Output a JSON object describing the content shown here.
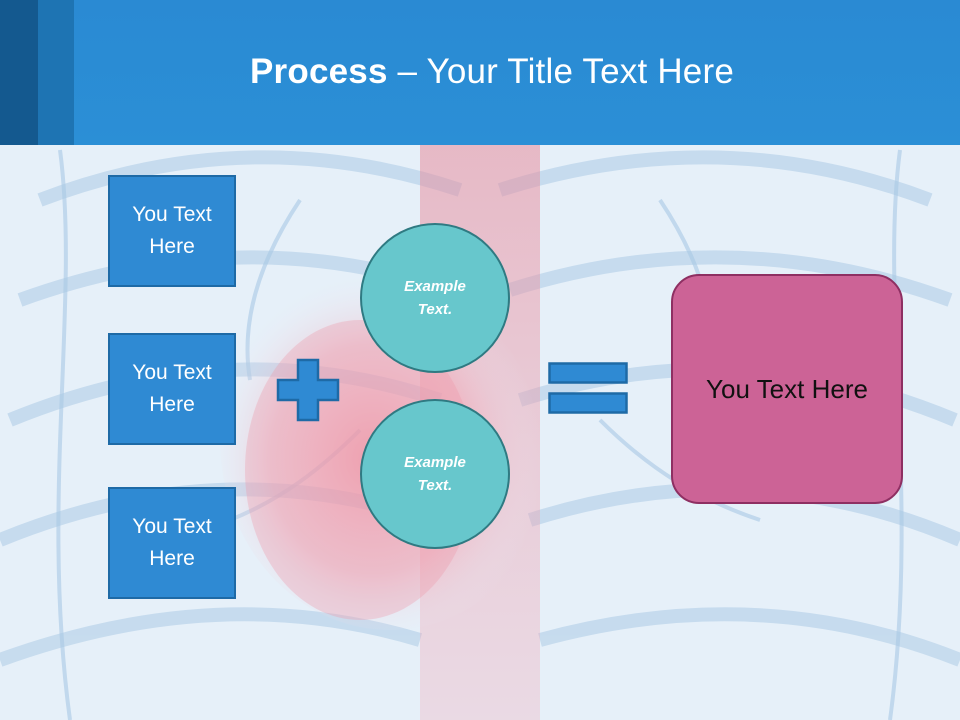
{
  "slide": {
    "title_bold": "Process",
    "title_rest": " – Your Title Text Here"
  },
  "inputs": [
    {
      "label": "You Text Here"
    },
    {
      "label": "You Text Here"
    },
    {
      "label": "You Text Here"
    }
  ],
  "circles": [
    {
      "label": "Example Text."
    },
    {
      "label": "Example Text."
    }
  ],
  "result": {
    "label": "You Text Here"
  },
  "colors": {
    "header": "#2b8fd6",
    "box": "#2f8ad3",
    "circle": "#67c7cc",
    "result": "#cc6396"
  }
}
